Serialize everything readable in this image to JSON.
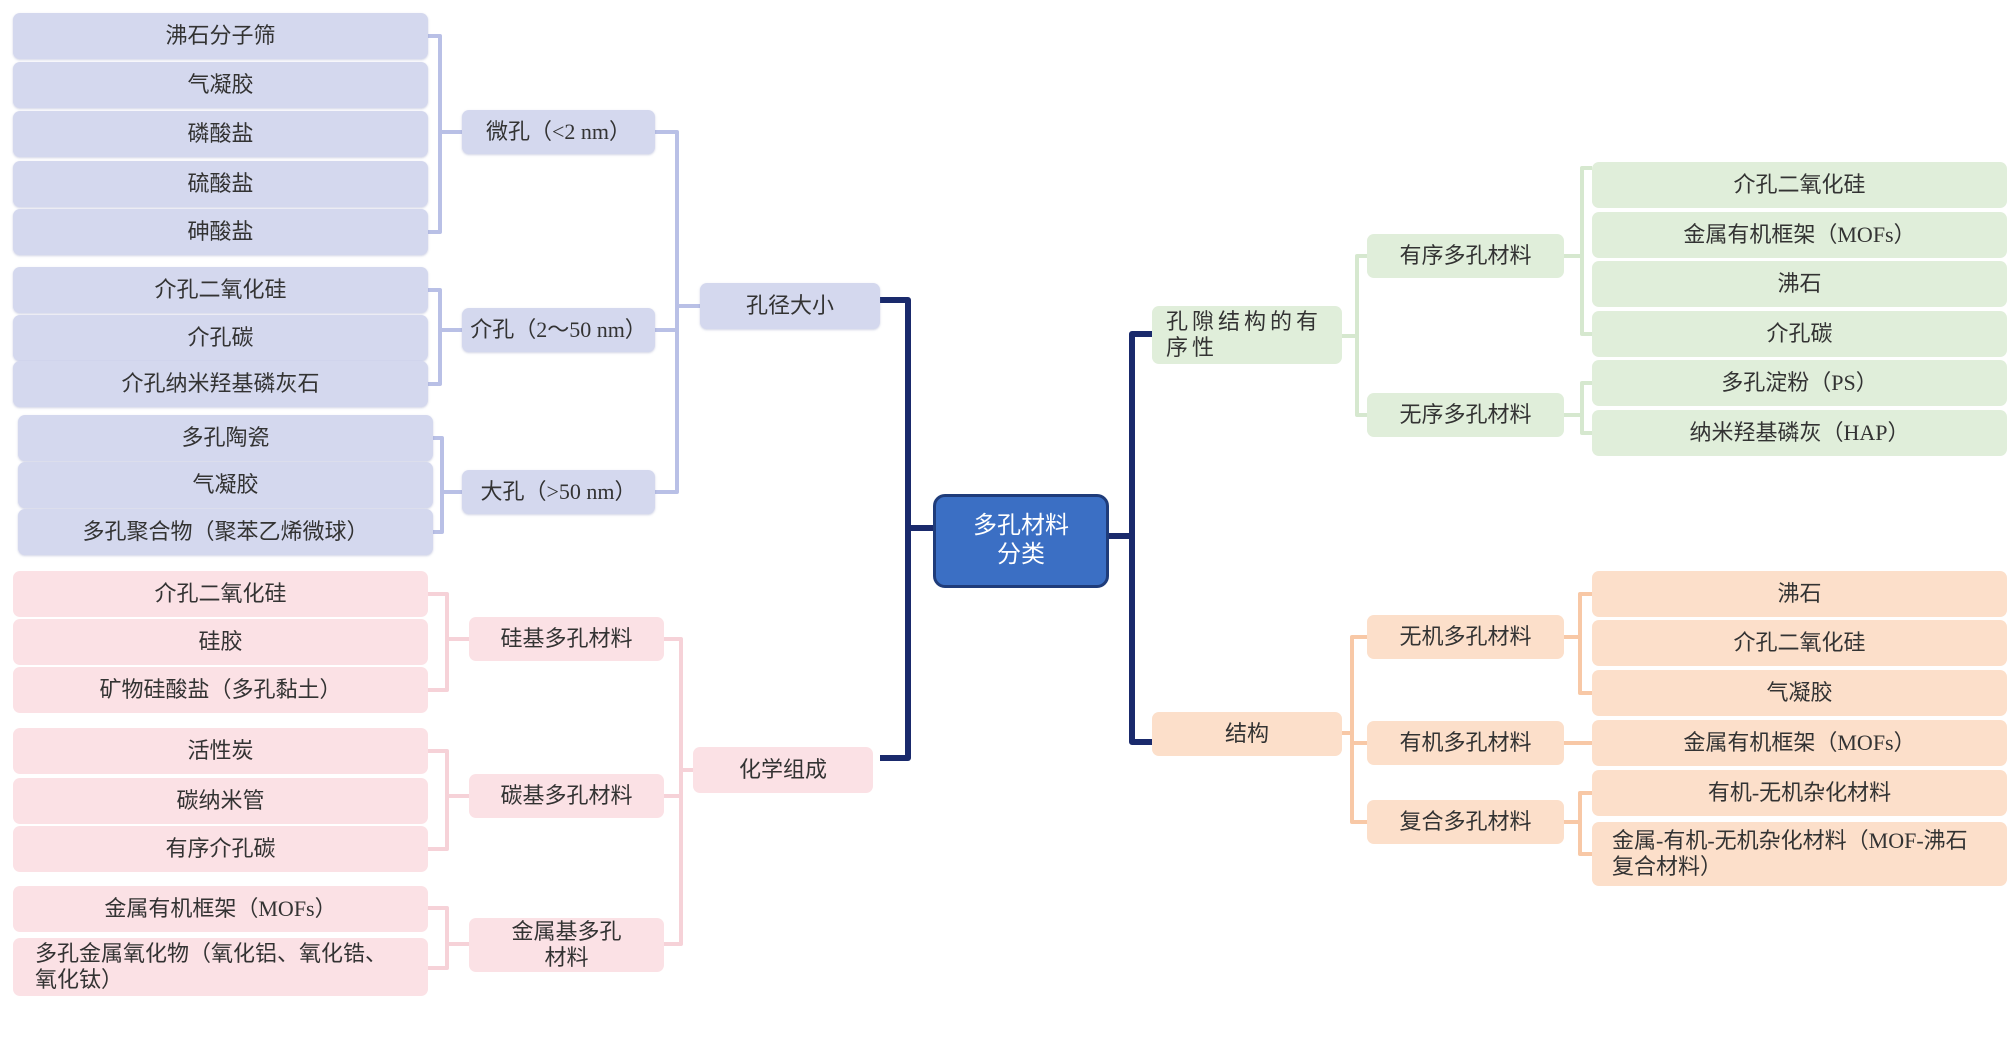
{
  "center": "多孔材料分类",
  "pore_size": {
    "label": "孔径大小",
    "groups": [
      {
        "label": "微孔（<2 nm）",
        "items": [
          "沸石分子筛",
          "气凝胶",
          "磷酸盐",
          "硫酸盐",
          "砷酸盐"
        ]
      },
      {
        "label": "介孔（2～50 nm）",
        "items": [
          "介孔二氧化硅",
          "介孔碳",
          "介孔纳米羟基磷灰石"
        ]
      },
      {
        "label": "大孔（>50 nm）",
        "items": [
          "多孔陶瓷",
          "气凝胶",
          "多孔聚合物（聚苯乙烯微球）"
        ]
      }
    ]
  },
  "composition": {
    "label": "化学组成",
    "groups": [
      {
        "label": "硅基多孔材料",
        "items": [
          "介孔二氧化硅",
          "硅胶",
          "矿物硅酸盐（多孔黏土）"
        ]
      },
      {
        "label": "碳基多孔材料",
        "items": [
          "活性炭",
          "碳纳米管",
          "有序介孔碳"
        ]
      },
      {
        "label": "金属基多孔材料",
        "items": [
          "金属有机框架（MOFs）",
          "多孔金属氧化物（氧化铝、氧化锆、氧化钛）"
        ]
      }
    ]
  },
  "order": {
    "label": "孔隙结构的有序性",
    "groups": [
      {
        "label": "有序多孔材料",
        "items": [
          "介孔二氧化硅",
          "金属有机框架（MOFs）",
          "沸石",
          "介孔碳"
        ]
      },
      {
        "label": "无序多孔材料",
        "items": [
          "多孔淀粉（PS）",
          "纳米羟基磷灰（HAP）"
        ]
      }
    ]
  },
  "structure": {
    "label": "结构",
    "groups": [
      {
        "label": "无机多孔材料",
        "items": [
          "沸石",
          "介孔二氧化硅",
          "气凝胶"
        ]
      },
      {
        "label": "有机多孔材料",
        "items": [
          "金属有机框架（MOFs）"
        ]
      },
      {
        "label": "复合多孔材料",
        "items": [
          "有机-无机杂化材料",
          "金属-有机-无机杂化材料（MOF-沸石复合材料）"
        ]
      }
    ]
  },
  "colors": {
    "pore_size": "#d4d8ee",
    "composition": "#fbe1e5",
    "order": "#e0eeda",
    "structure": "#fcdfca",
    "center": "#3b6fc4",
    "trunk": "#1a2a6c"
  }
}
